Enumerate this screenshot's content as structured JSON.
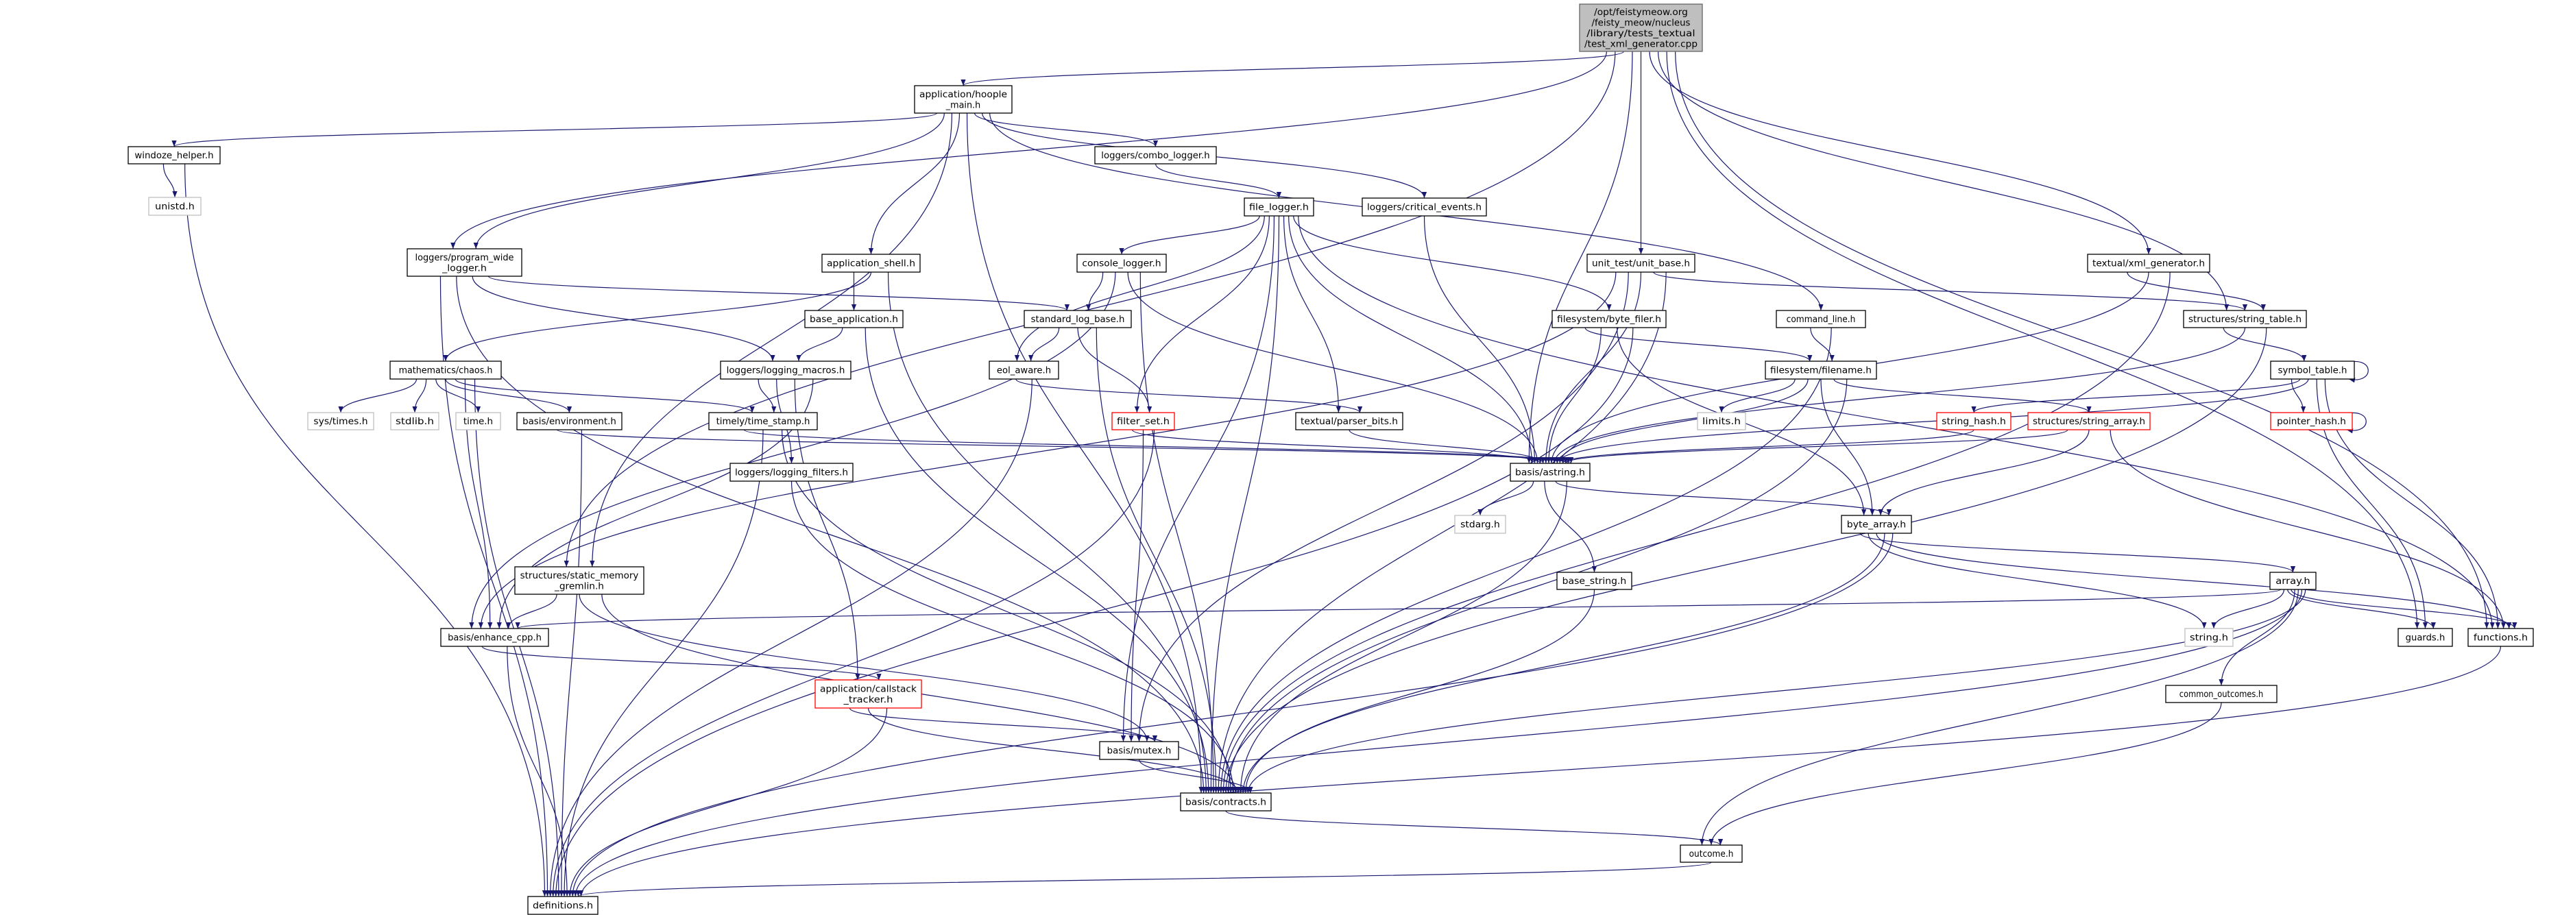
{
  "graph": {
    "type": "include-dependency-graph",
    "colors": {
      "edge": "#191970",
      "root_fill": "#bfbfbf",
      "node_fill": "#ffffff",
      "node_border": "#000000",
      "truncated_border": "#ff0000",
      "system_border": "#bfbfbf",
      "system_text": "#000000"
    },
    "nodes": [
      {
        "id": "root",
        "lines": [
          "/opt/feistymeow.org",
          "/feisty_meow/nucleus",
          "/library/tests_textual",
          "/test_xml_generator.cpp"
        ],
        "kind": "root"
      },
      {
        "id": "hoople",
        "lines": [
          "application/hoople",
          "_main.h"
        ],
        "kind": "normal"
      },
      {
        "id": "windoze",
        "lines": [
          "windoze_helper.h"
        ],
        "kind": "normal"
      },
      {
        "id": "unistd",
        "lines": [
          "unistd.h"
        ],
        "kind": "system"
      },
      {
        "id": "pwl",
        "lines": [
          "loggers/program_wide",
          "_logger.h"
        ],
        "kind": "normal"
      },
      {
        "id": "combo",
        "lines": [
          "loggers/combo_logger.h"
        ],
        "kind": "normal"
      },
      {
        "id": "file_logger",
        "lines": [
          "file_logger.h"
        ],
        "kind": "normal"
      },
      {
        "id": "critical",
        "lines": [
          "loggers/critical_events.h"
        ],
        "kind": "normal"
      },
      {
        "id": "app_shell",
        "lines": [
          "application_shell.h"
        ],
        "kind": "normal"
      },
      {
        "id": "console",
        "lines": [
          "console_logger.h"
        ],
        "kind": "normal"
      },
      {
        "id": "unit_base",
        "lines": [
          "unit_test/unit_base.h"
        ],
        "kind": "normal"
      },
      {
        "id": "xml_gen",
        "lines": [
          "textual/xml_generator.h"
        ],
        "kind": "normal"
      },
      {
        "id": "base_app",
        "lines": [
          "base_application.h"
        ],
        "kind": "normal"
      },
      {
        "id": "std_log",
        "lines": [
          "standard_log_base.h"
        ],
        "kind": "normal"
      },
      {
        "id": "byte_filer",
        "lines": [
          "filesystem/byte_filer.h"
        ],
        "kind": "normal"
      },
      {
        "id": "command_line",
        "lines": [
          "command_line.h"
        ],
        "kind": "normal"
      },
      {
        "id": "string_table",
        "lines": [
          "structures/string_table.h"
        ],
        "kind": "normal"
      },
      {
        "id": "chaos",
        "lines": [
          "mathematics/chaos.h"
        ],
        "kind": "normal"
      },
      {
        "id": "logging_macros",
        "lines": [
          "loggers/logging_macros.h"
        ],
        "kind": "normal"
      },
      {
        "id": "eol_aware",
        "lines": [
          "eol_aware.h"
        ],
        "kind": "normal"
      },
      {
        "id": "filename",
        "lines": [
          "filesystem/filename.h"
        ],
        "kind": "normal"
      },
      {
        "id": "symbol_table",
        "lines": [
          "symbol_table.h"
        ],
        "kind": "normal"
      },
      {
        "id": "sys_times",
        "lines": [
          "sys/times.h"
        ],
        "kind": "system"
      },
      {
        "id": "stdlib",
        "lines": [
          "stdlib.h"
        ],
        "kind": "system"
      },
      {
        "id": "time_h",
        "lines": [
          "time.h"
        ],
        "kind": "system"
      },
      {
        "id": "environment",
        "lines": [
          "basis/environment.h"
        ],
        "kind": "normal"
      },
      {
        "id": "time_stamp",
        "lines": [
          "timely/time_stamp.h"
        ],
        "kind": "normal"
      },
      {
        "id": "filter_set",
        "lines": [
          "filter_set.h"
        ],
        "kind": "truncated"
      },
      {
        "id": "parser_bits",
        "lines": [
          "textual/parser_bits.h"
        ],
        "kind": "normal"
      },
      {
        "id": "limits",
        "lines": [
          "limits.h"
        ],
        "kind": "system"
      },
      {
        "id": "string_hash",
        "lines": [
          "string_hash.h"
        ],
        "kind": "truncated"
      },
      {
        "id": "string_array",
        "lines": [
          "structures/string_array.h"
        ],
        "kind": "truncated"
      },
      {
        "id": "pointer_hash",
        "lines": [
          "pointer_hash.h"
        ],
        "kind": "truncated"
      },
      {
        "id": "logging_filters",
        "lines": [
          "loggers/logging_filters.h"
        ],
        "kind": "normal"
      },
      {
        "id": "astring",
        "lines": [
          "basis/astring.h"
        ],
        "kind": "normal"
      },
      {
        "id": "stdarg",
        "lines": [
          "stdarg.h"
        ],
        "kind": "system"
      },
      {
        "id": "byte_array",
        "lines": [
          "byte_array.h"
        ],
        "kind": "normal"
      },
      {
        "id": "gremlin",
        "lines": [
          "structures/static_memory",
          "_gremlin.h"
        ],
        "kind": "normal"
      },
      {
        "id": "base_string",
        "lines": [
          "base_string.h"
        ],
        "kind": "normal"
      },
      {
        "id": "array",
        "lines": [
          "array.h"
        ],
        "kind": "normal"
      },
      {
        "id": "enhance",
        "lines": [
          "basis/enhance_cpp.h"
        ],
        "kind": "normal"
      },
      {
        "id": "string_h",
        "lines": [
          "string.h"
        ],
        "kind": "system"
      },
      {
        "id": "guards",
        "lines": [
          "guards.h"
        ],
        "kind": "normal"
      },
      {
        "id": "functions",
        "lines": [
          "functions.h"
        ],
        "kind": "normal"
      },
      {
        "id": "callstack",
        "lines": [
          "application/callstack",
          "_tracker.h"
        ],
        "kind": "truncated"
      },
      {
        "id": "common_outcomes",
        "lines": [
          "common_outcomes.h"
        ],
        "kind": "normal"
      },
      {
        "id": "mutex",
        "lines": [
          "basis/mutex.h"
        ],
        "kind": "normal"
      },
      {
        "id": "contracts",
        "lines": [
          "basis/contracts.h"
        ],
        "kind": "normal"
      },
      {
        "id": "outcome",
        "lines": [
          "outcome.h"
        ],
        "kind": "normal"
      },
      {
        "id": "definitions",
        "lines": [
          "definitions.h"
        ],
        "kind": "normal"
      }
    ],
    "edges": [
      [
        "root",
        "pwl"
      ],
      [
        "root",
        "gremlin"
      ],
      [
        "root",
        "hoople"
      ],
      [
        "root",
        "astring"
      ],
      [
        "root",
        "unit_base"
      ],
      [
        "root",
        "xml_gen"
      ],
      [
        "root",
        "string_table"
      ],
      [
        "root",
        "guards"
      ],
      [
        "root",
        "functions"
      ],
      [
        "hoople",
        "windoze"
      ],
      [
        "hoople",
        "pwl"
      ],
      [
        "hoople",
        "gremlin"
      ],
      [
        "hoople",
        "app_shell"
      ],
      [
        "hoople",
        "contracts"
      ],
      [
        "hoople",
        "combo"
      ],
      [
        "hoople",
        "critical"
      ],
      [
        "hoople",
        "command_line"
      ],
      [
        "windoze",
        "unistd"
      ],
      [
        "windoze",
        "definitions"
      ],
      [
        "pwl",
        "definitions"
      ],
      [
        "pwl",
        "contracts"
      ],
      [
        "pwl",
        "logging_macros"
      ],
      [
        "pwl",
        "std_log"
      ],
      [
        "app_shell",
        "base_app"
      ],
      [
        "app_shell",
        "chaos"
      ],
      [
        "app_shell",
        "contracts"
      ],
      [
        "base_app",
        "logging_macros"
      ],
      [
        "base_app",
        "contracts"
      ],
      [
        "combo",
        "file_logger"
      ],
      [
        "file_logger",
        "console"
      ],
      [
        "file_logger",
        "eol_aware"
      ],
      [
        "file_logger",
        "filter_set"
      ],
      [
        "file_logger",
        "mutex"
      ],
      [
        "file_logger",
        "contracts"
      ],
      [
        "file_logger",
        "parser_bits"
      ],
      [
        "file_logger",
        "astring"
      ],
      [
        "file_logger",
        "byte_filer"
      ],
      [
        "file_logger",
        "functions"
      ],
      [
        "critical",
        "astring"
      ],
      [
        "console",
        "std_log"
      ],
      [
        "console",
        "enhance"
      ],
      [
        "console",
        "astring"
      ],
      [
        "console",
        "contracts"
      ],
      [
        "std_log",
        "eol_aware"
      ],
      [
        "std_log",
        "filter_set"
      ],
      [
        "std_log",
        "contracts"
      ],
      [
        "eol_aware",
        "parser_bits"
      ],
      [
        "eol_aware",
        "definitions"
      ],
      [
        "filter_set",
        "astring"
      ],
      [
        "filter_set",
        "mutex"
      ],
      [
        "filter_set",
        "definitions"
      ],
      [
        "parser_bits",
        "astring"
      ],
      [
        "unit_base",
        "enhance"
      ],
      [
        "unit_base",
        "mutex"
      ],
      [
        "unit_base",
        "astring"
      ],
      [
        "unit_base",
        "string_table"
      ],
      [
        "unit_base",
        "contracts"
      ],
      [
        "byte_filer",
        "filename"
      ],
      [
        "byte_filer",
        "astring"
      ],
      [
        "byte_filer",
        "byte_array"
      ],
      [
        "byte_filer",
        "definitions"
      ],
      [
        "command_line",
        "filename"
      ],
      [
        "command_line",
        "contracts"
      ],
      [
        "xml_gen",
        "string_table"
      ],
      [
        "xml_gen",
        "astring"
      ],
      [
        "xml_gen",
        "contracts"
      ],
      [
        "string_table",
        "symbol_table"
      ],
      [
        "string_table",
        "astring"
      ],
      [
        "string_table",
        "contracts"
      ],
      [
        "symbol_table",
        "symbol_table"
      ],
      [
        "symbol_table",
        "pointer_hash"
      ],
      [
        "symbol_table",
        "string_hash"
      ],
      [
        "symbol_table",
        "astring"
      ],
      [
        "symbol_table",
        "guards"
      ],
      [
        "symbol_table",
        "functions"
      ],
      [
        "pointer_hash",
        "pointer_hash"
      ],
      [
        "filename",
        "limits"
      ],
      [
        "filename",
        "astring"
      ],
      [
        "filename",
        "byte_array"
      ],
      [
        "filename",
        "string_array"
      ],
      [
        "filename",
        "contracts"
      ],
      [
        "string_hash",
        "astring"
      ],
      [
        "string_array",
        "astring"
      ],
      [
        "string_array",
        "byte_array"
      ],
      [
        "string_array",
        "functions"
      ],
      [
        "chaos",
        "sys_times"
      ],
      [
        "chaos",
        "stdlib"
      ],
      [
        "chaos",
        "time_h"
      ],
      [
        "chaos",
        "environment"
      ],
      [
        "chaos",
        "time_stamp"
      ],
      [
        "chaos",
        "enhance"
      ],
      [
        "chaos",
        "definitions"
      ],
      [
        "environment",
        "astring"
      ],
      [
        "environment",
        "definitions"
      ],
      [
        "logging_macros",
        "time_stamp"
      ],
      [
        "logging_macros",
        "logging_filters"
      ],
      [
        "logging_macros",
        "callstack"
      ],
      [
        "logging_macros",
        "enhance"
      ],
      [
        "time_stamp",
        "astring"
      ],
      [
        "time_stamp",
        "definitions"
      ],
      [
        "time_stamp",
        "contracts"
      ],
      [
        "logging_filters",
        "contracts"
      ],
      [
        "gremlin",
        "enhance"
      ],
      [
        "gremlin",
        "mutex"
      ],
      [
        "gremlin",
        "contracts"
      ],
      [
        "enhance",
        "callstack"
      ],
      [
        "enhance",
        "definitions"
      ],
      [
        "callstack",
        "mutex"
      ],
      [
        "callstack",
        "contracts"
      ],
      [
        "callstack",
        "definitions"
      ],
      [
        "astring",
        "stdarg"
      ],
      [
        "astring",
        "base_string"
      ],
      [
        "astring",
        "byte_array"
      ],
      [
        "astring",
        "contracts"
      ],
      [
        "byte_array",
        "array"
      ],
      [
        "byte_array",
        "string_h"
      ],
      [
        "byte_array",
        "functions"
      ],
      [
        "byte_array",
        "contracts"
      ],
      [
        "byte_array",
        "definitions"
      ],
      [
        "base_string",
        "contracts"
      ],
      [
        "array",
        "enhance"
      ],
      [
        "array",
        "string_h"
      ],
      [
        "array",
        "guards"
      ],
      [
        "array",
        "functions"
      ],
      [
        "array",
        "common_outcomes"
      ],
      [
        "array",
        "outcome"
      ],
      [
        "array",
        "definitions"
      ],
      [
        "array",
        "contracts"
      ],
      [
        "common_outcomes",
        "outcome"
      ],
      [
        "mutex",
        "contracts"
      ],
      [
        "contracts",
        "outcome"
      ],
      [
        "outcome",
        "definitions"
      ],
      [
        "functions",
        "definitions"
      ]
    ]
  }
}
